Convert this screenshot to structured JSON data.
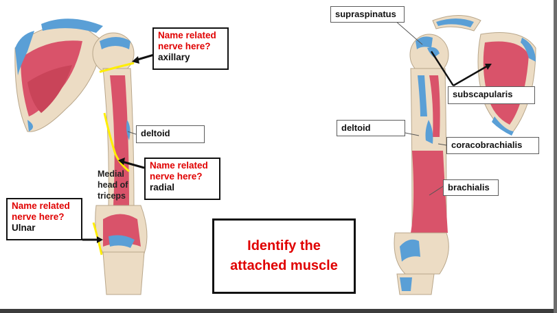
{
  "left_figure": {
    "nerve_q1": {
      "question_line1": "Name related",
      "question_line2": "nerve here?",
      "answer": "axillary"
    },
    "nerve_q2": {
      "question_line1": "Name related",
      "question_line2": "nerve here?",
      "answer": "radial"
    },
    "nerve_q3": {
      "question_line1": "Name related",
      "question_line2": "nerve here?",
      "answer": "Ulnar"
    },
    "deltoid_label": "deltoid",
    "medial_head": {
      "line1": "Medial",
      "line2": "head of",
      "line3": "triceps"
    }
  },
  "center": {
    "line1": "Identify the",
    "line2": "attached muscle"
  },
  "right_figure": {
    "supraspinatus_label": "supraspinatus",
    "subscapularis_label": "subscapularis",
    "deltoid_label": "deltoid",
    "coracobrachialis_label": "coracobrachialis",
    "brachialis_label": "brachialis"
  },
  "colors": {
    "bone": "#ecdcc4",
    "muscle_origin": "#d9536a",
    "muscle_insertion": "#5a9fd6",
    "nerve": "#ffee00",
    "question_red": "#e00000"
  }
}
